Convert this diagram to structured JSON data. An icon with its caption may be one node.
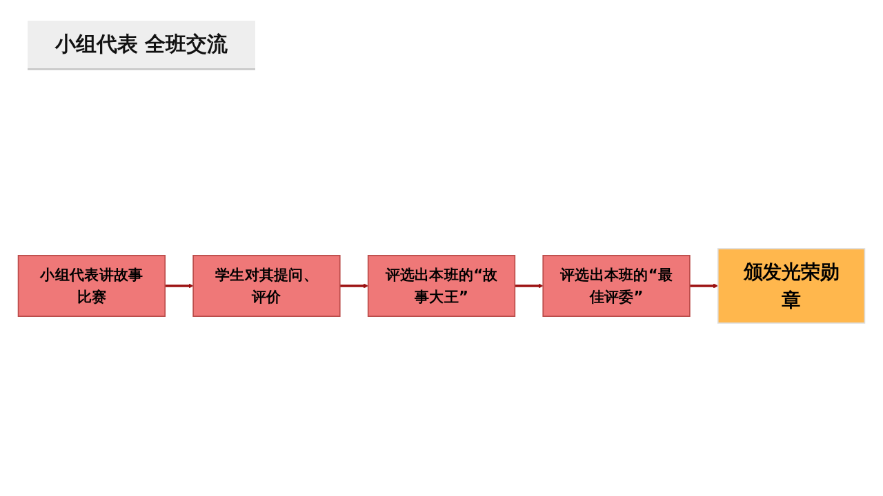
{
  "diagram": {
    "title": "小组代表 全班交流",
    "nodes": [
      {
        "text": [
          "小组代表讲故事比赛"
        ]
      },
      {
        "text": [
          "学生对其提问、评价"
        ]
      },
      {
        "text": [
          "评选出本班的“故事大王”"
        ]
      },
      {
        "text": [
          "评选出本班的“最佳评委”"
        ]
      },
      {
        "text": [
          "颁发光荣勋章"
        ]
      }
    ],
    "edges": [
      {
        "from": 0,
        "to": 1,
        "arrow": "to"
      },
      {
        "from": 1,
        "to": 2,
        "arrow": "to"
      },
      {
        "from": 2,
        "to": 3,
        "arrow": "to"
      },
      {
        "from": 3,
        "to": 4,
        "arrow": "to"
      }
    ]
  }
}
